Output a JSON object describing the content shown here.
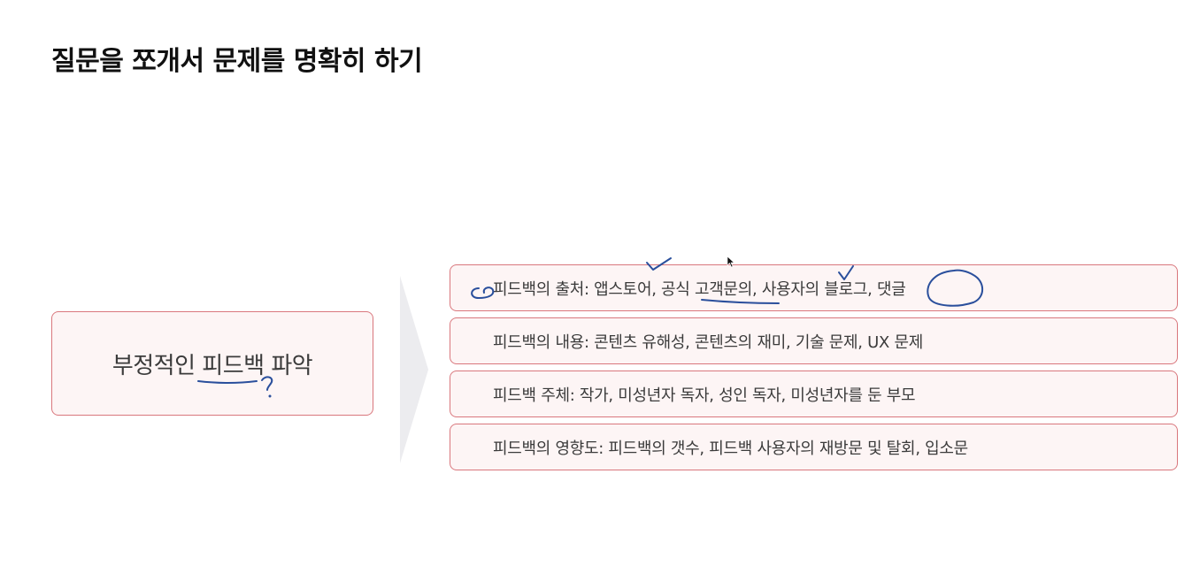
{
  "slide": {
    "title": "질문을 쪼개서 문제를 명확히 하기"
  },
  "main_topic": {
    "label": "부정적인 피드백 파악"
  },
  "feedback_items": [
    {
      "label": "피드백의 출처: 앱스토어, 공식 고객문의, 사용자의 블로그, 댓글"
    },
    {
      "label": "피드백의 내용: 콘텐츠 유해성, 콘텐츠의 재미, 기술 문제, UX 문제"
    },
    {
      "label": "피드백 주체: 작가, 미성년자 독자, 성인 독자, 미성년자를 둔 부모"
    },
    {
      "label": "피드백의 영향도: 피드백의 갯수, 피드백 사용자의 재방문 및 탈회, 입소문"
    }
  ],
  "annotations": {
    "question_mark": "?",
    "ink_color": "#2a4f9c"
  },
  "colors": {
    "box_border": "#d9777d",
    "box_fill": "#fdf5f5",
    "arrow_fill": "#ececef"
  },
  "icons": {
    "cursor": "mouse-pointer-icon",
    "arrow": "chevron-right-arrow-shape"
  }
}
